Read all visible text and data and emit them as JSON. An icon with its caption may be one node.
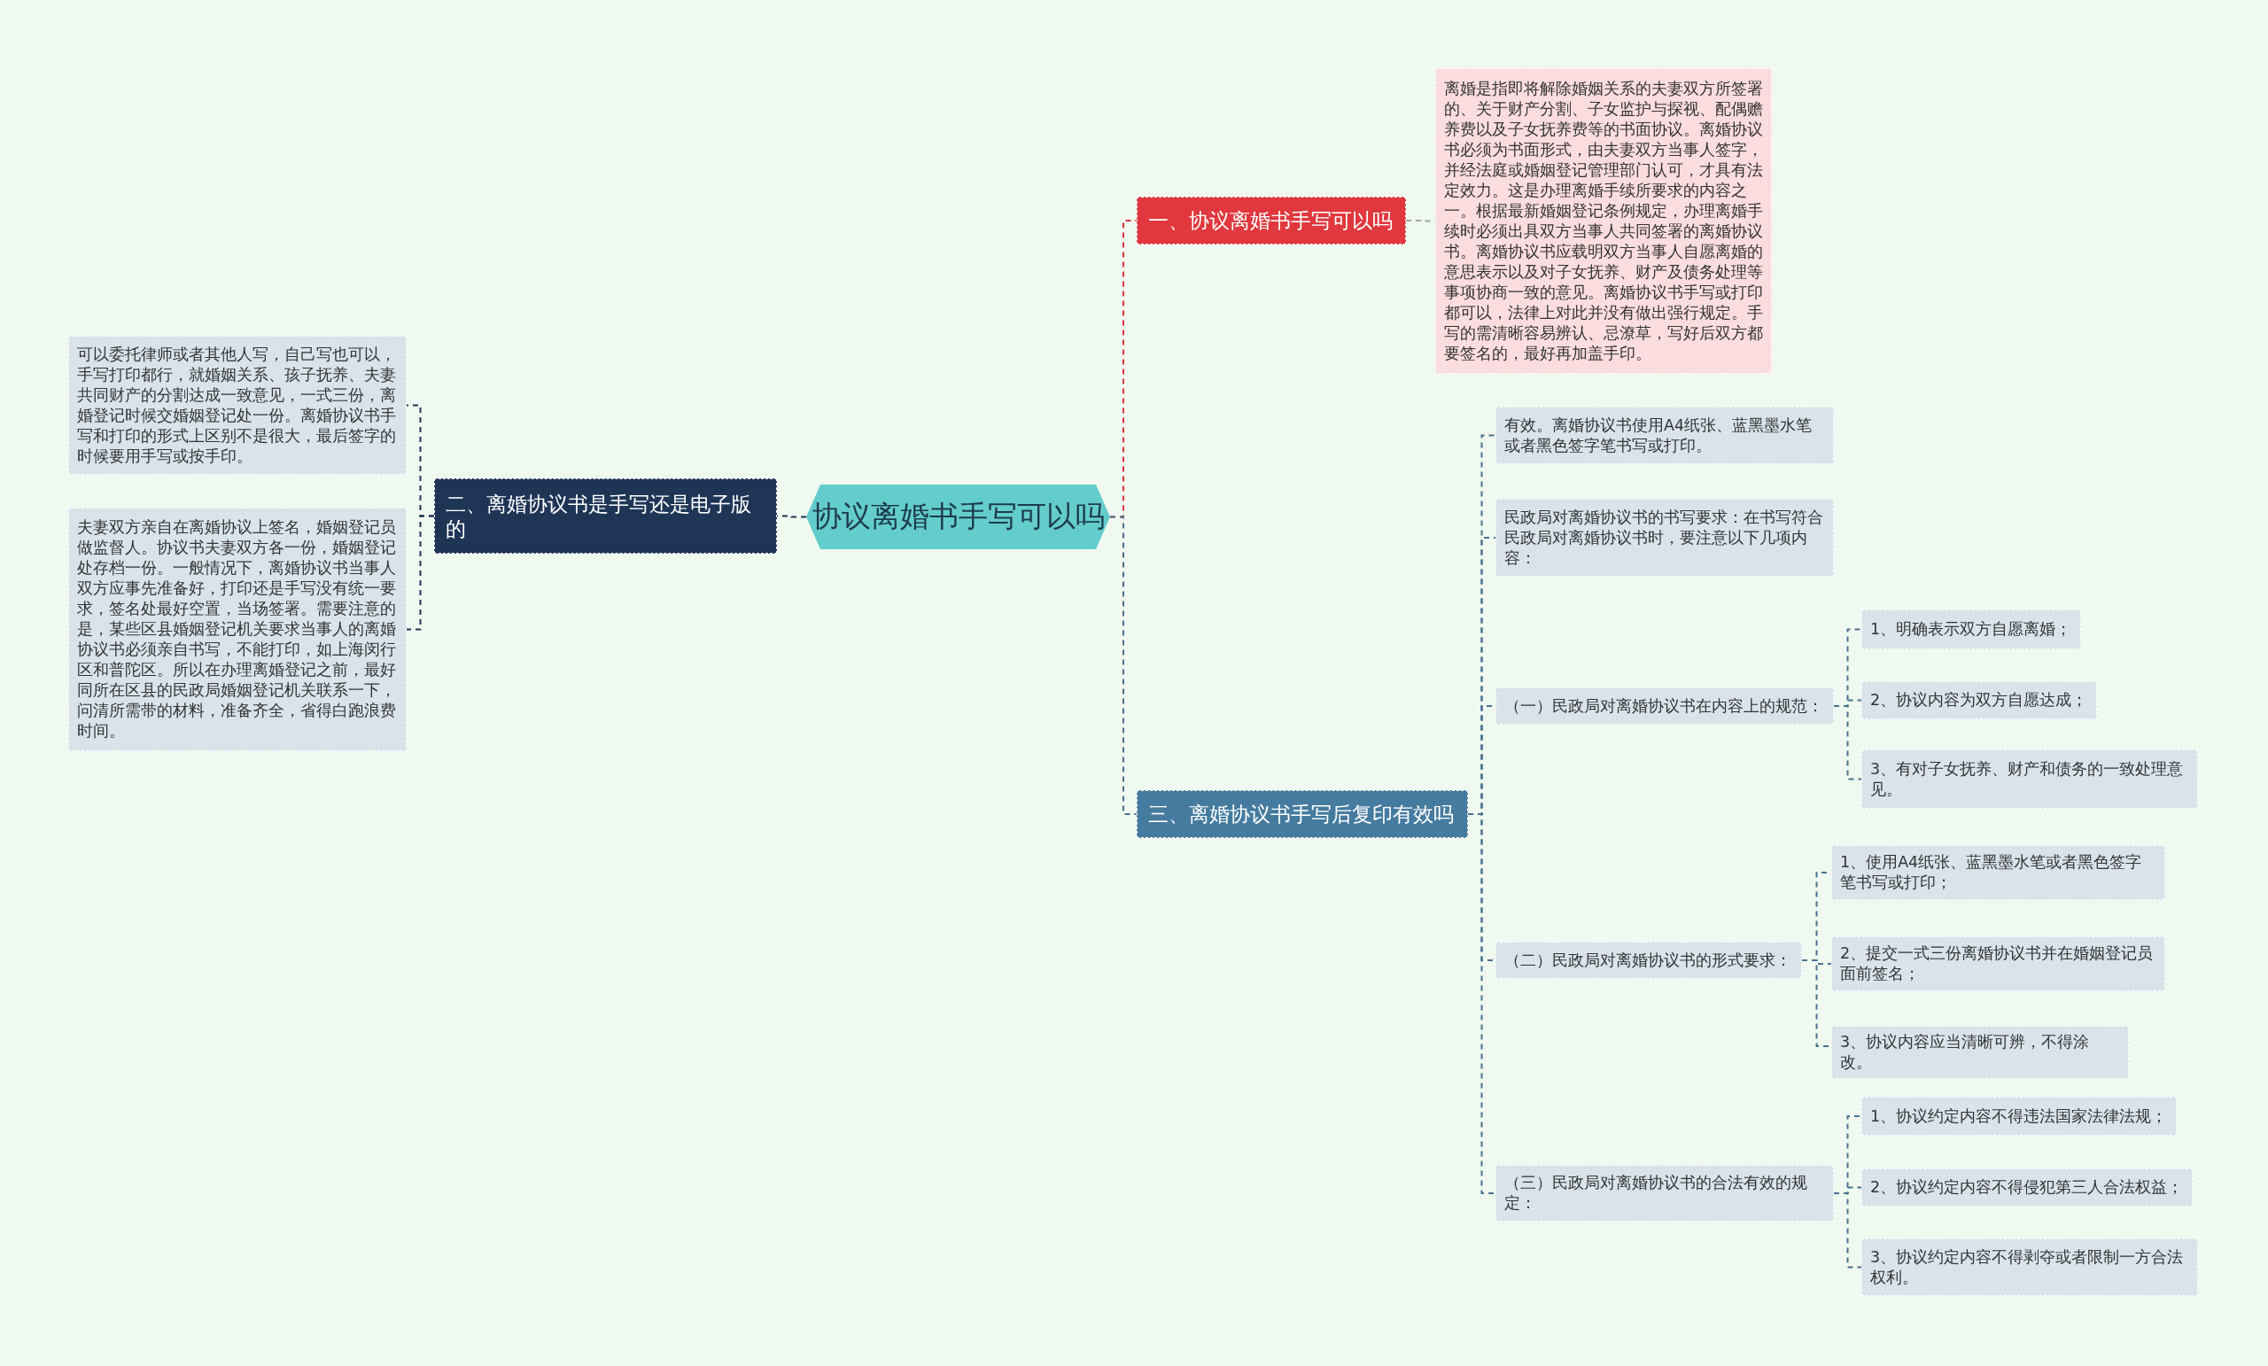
{
  "diagram": {
    "nodes": [
      {
        "text": [
          "协议离婚书手写可以吗"
        ]
      },
      {
        "text": [
          "一、协议离婚书手写可以吗"
        ]
      },
      {
        "text": [
          "离婚是指即将解除婚姻关系的夫妻双方所签署的、关于财产分割、子女监护与探视、配偶赡养费以及子女抚养费等的书面协议。离婚协议书必须为书面形式，由夫妻双方当事人签字，并经法庭或婚姻登记管理部门认可，才具有法定效力。这是办理离婚手续所要求的内容之一。根据最新婚姻登记条例规定，办理离婚手续时必须出具双方当事人共同签署的离婚协议书。离婚协议书应载明双方当事人自愿离婚的意思表示以及对子女抚养、财产及债务处理等事项协商一致的意见。离婚协议书手写或打印都可以，法律上对此并没有做出强行规定。手写的需清晰容易辨认、忌潦草，写好后双方都要签名的，最好再加盖手印。"
        ]
      },
      {
        "text": [
          "二、离婚协议书是手写还是电子版的"
        ]
      },
      {
        "text": [
          "可以委托律师或者其他人写，自己写也可以，手写打印都行，就婚姻关系、孩子抚养、夫妻共同财产的分割达成一致意见，一式三份，离婚登记时候交婚姻登记处一份。离婚协议书手写和打印的形式上区别不是很大，最后签字的时候要用手写或按手印。"
        ]
      },
      {
        "text": [
          "夫妻双方亲自在离婚协议上签名，婚姻登记员做监督人。协议书夫妻双方各一份，婚姻登记处存档一份。一般情况下，离婚协议书当事人双方应事先准备好，打印还是手写没有统一要求，签名处最好空置，当场签署。需要注意的是，某些区县婚姻登记机关要求当事人的离婚协议书必须亲自书写，不能打印，如上海闵行区和普陀区。所以在办理离婚登记之前，最好同所在区县的民政局婚姻登记机关联系一下，问清所需带的材料，准备齐全，省得白跑浪费时间。"
        ]
      },
      {
        "text": [
          "三、离婚协议书手写后复印有效吗"
        ]
      },
      {
        "text": [
          "有效。离婚协议书使用A4纸张、蓝黑墨水笔或者黑色签字笔书写或打印。"
        ]
      },
      {
        "text": [
          "民政局对离婚协议书的书写要求：在书写符合民政局对离婚协议书时，要注意以下几项内容："
        ]
      },
      {
        "text": [
          "（一）民政局对离婚协议书在内容上的规范："
        ]
      },
      {
        "text": [
          "1、明确表示双方自愿离婚；"
        ]
      },
      {
        "text": [
          "2、协议内容为双方自愿达成；"
        ]
      },
      {
        "text": [
          "3、有对子女抚养、财产和债务的一致处理意见。"
        ]
      },
      {
        "text": [
          "（二）民政局对离婚协议书的形式要求："
        ]
      },
      {
        "text": [
          "1、使用A4纸张、蓝黑墨水笔或者黑色签字笔书写或打印；"
        ]
      },
      {
        "text": [
          "2、提交一式三份离婚协议书并在婚姻登记员面前签名；"
        ]
      },
      {
        "text": [
          "3、协议内容应当清晰可辨，不得涂改。"
        ]
      },
      {
        "text": [
          "（三）民政局对离婚协议书的合法有效的规定："
        ]
      },
      {
        "text": [
          "1、协议约定内容不得违法国家法律法规；"
        ]
      },
      {
        "text": [
          "2、协议约定内容不得侵犯第三人合法权益；"
        ]
      },
      {
        "text": [
          "3、协议约定内容不得剥夺或者限制一方合法权利。"
        ]
      }
    ],
    "edges": [
      {
        "from": 0,
        "to": 1,
        "arrow": "none",
        "style": "dashed",
        "color": "#d9363e"
      },
      {
        "from": 1,
        "to": 2,
        "arrow": "none",
        "style": "dashed",
        "color": "#9aa3ad"
      },
      {
        "from": 0,
        "to": 3,
        "arrow": "none",
        "style": "dashed",
        "color": "#1e3556"
      },
      {
        "from": 3,
        "to": 4,
        "arrow": "none",
        "style": "dashed",
        "color": "#1e3556"
      },
      {
        "from": 3,
        "to": 5,
        "arrow": "none",
        "style": "dashed",
        "color": "#1e3556"
      },
      {
        "from": 0,
        "to": 6,
        "arrow": "none",
        "style": "dashed"
      },
      {
        "from": 6,
        "to": 7,
        "arrow": "none",
        "style": "dashed"
      },
      {
        "from": 6,
        "to": 8,
        "arrow": "none",
        "style": "dashed"
      },
      {
        "from": 6,
        "to": 9,
        "arrow": "none",
        "style": "dashed"
      },
      {
        "from": 6,
        "to": 13,
        "arrow": "none",
        "style": "dashed"
      },
      {
        "from": 6,
        "to": 17,
        "arrow": "none",
        "style": "dashed"
      },
      {
        "from": 9,
        "to": 10,
        "arrow": "none",
        "style": "dashed"
      },
      {
        "from": 9,
        "to": 11,
        "arrow": "none",
        "style": "dashed"
      },
      {
        "from": 9,
        "to": 12,
        "arrow": "none",
        "style": "dashed"
      },
      {
        "from": 13,
        "to": 14,
        "arrow": "none",
        "style": "dashed"
      },
      {
        "from": 13,
        "to": 15,
        "arrow": "none",
        "style": "dashed"
      },
      {
        "from": 13,
        "to": 16,
        "arrow": "none",
        "style": "dashed"
      },
      {
        "from": 17,
        "to": 18,
        "arrow": "none",
        "style": "dashed"
      },
      {
        "from": 17,
        "to": 19,
        "arrow": "none",
        "style": "dashed"
      },
      {
        "from": 17,
        "to": 20,
        "arrow": "none",
        "style": "dashed"
      }
    ]
  }
}
